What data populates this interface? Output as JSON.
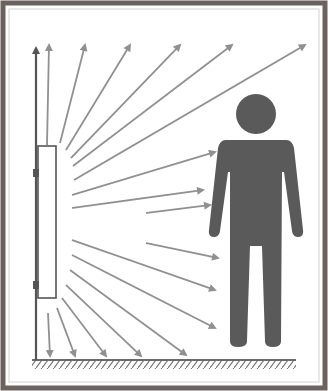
{
  "diagram": {
    "colors": {
      "frame": "#6b625f",
      "background": "#ffffff",
      "arrow": "#909090",
      "person": "#5a5a5a",
      "heater_outline": "#555555",
      "floor_hatch": "#777777",
      "wall": "#555555"
    },
    "elements": {
      "heater": "wall-mounted-panel-heater",
      "person": "standing-person-silhouette",
      "floor": "hatched-floor",
      "rays": "heat-radiation-arrows"
    },
    "ray_count": 17
  }
}
